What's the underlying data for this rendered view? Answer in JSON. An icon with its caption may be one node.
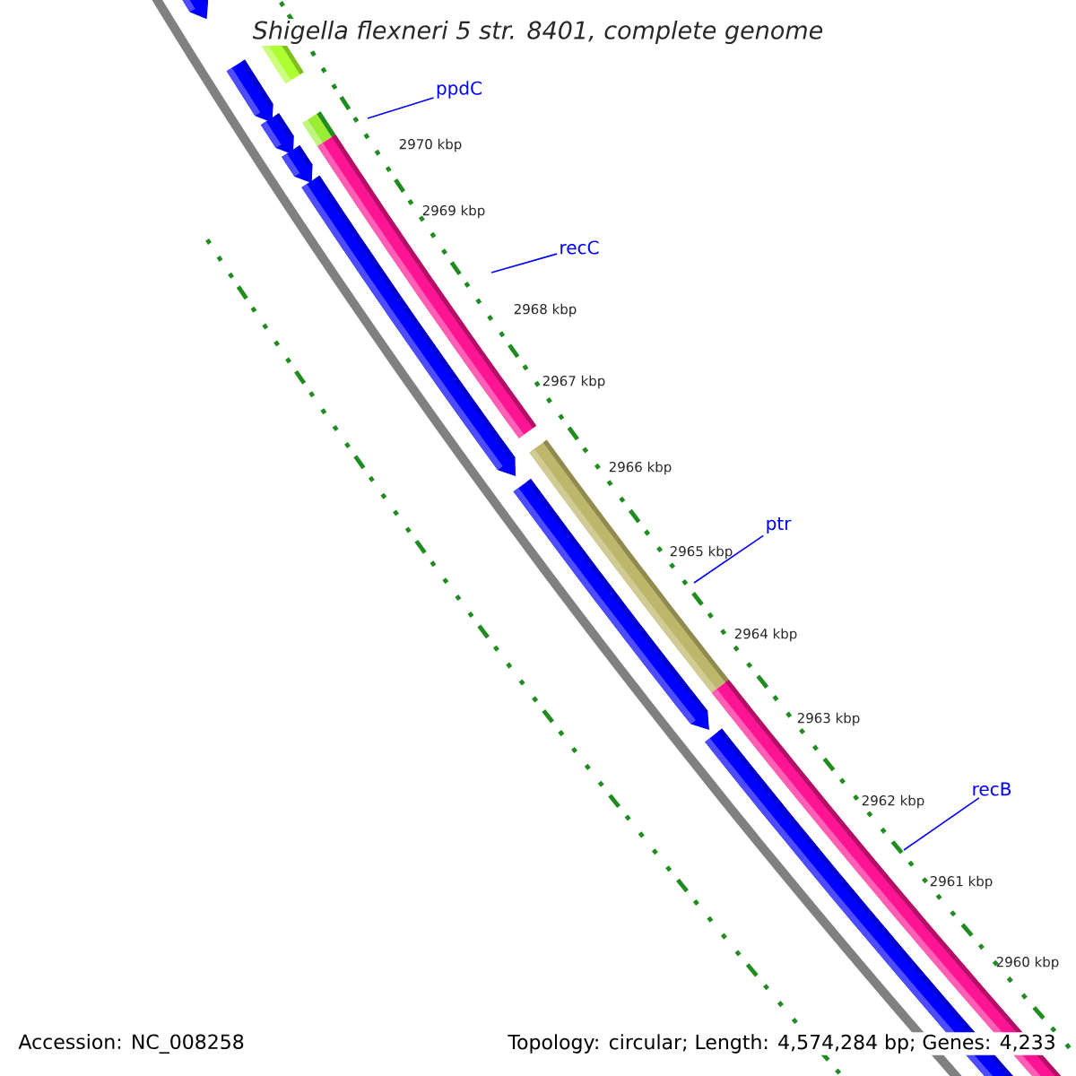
{
  "diagram": {
    "title": "Shigella flexneri 5 str. 8401, complete genome",
    "nodes": [
      {
        "text": [
          "ppdC"
        ]
      },
      {
        "text": [
          "recC"
        ]
      },
      {
        "text": [
          "ptr"
        ]
      },
      {
        "text": [
          "recB"
        ]
      }
    ],
    "edges": [
      {
        "from": 0,
        "to": null,
        "arrow": "none"
      },
      {
        "from": 1,
        "to": null,
        "arrow": "none"
      },
      {
        "from": 2,
        "to": null,
        "arrow": "none"
      },
      {
        "from": 3,
        "to": null,
        "arrow": "none"
      }
    ],
    "labels": [
      "2970 kbp",
      "2969 kbp",
      "2968 kbp",
      "2967 kbp",
      "2966 kbp",
      "2965 kbp",
      "2964 kbp",
      "2963 kbp",
      "2962 kbp",
      "2961 kbp",
      "2960 kbp",
      "Accession: NC_008258",
      "Topology: circular; Length: 4,574,284 bp; Genes: 4,233"
    ]
  }
}
